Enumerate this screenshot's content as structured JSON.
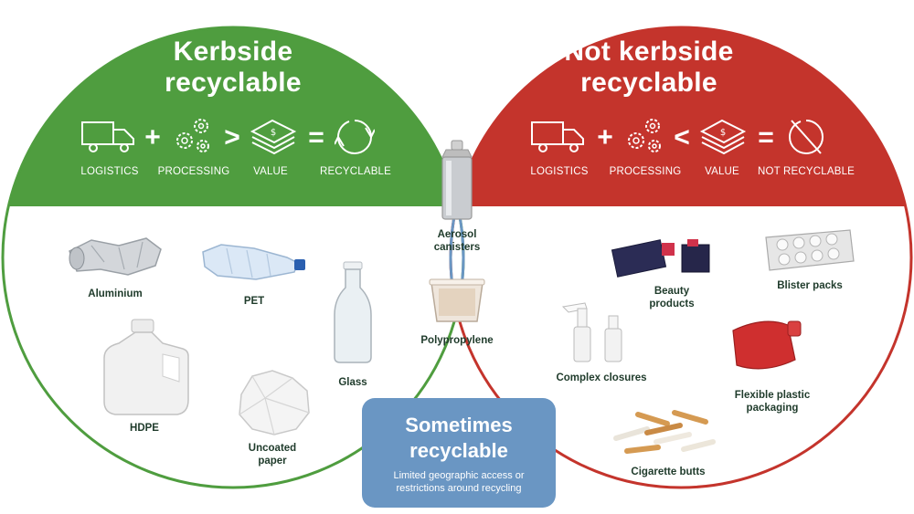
{
  "left": {
    "title_line1": "Kerbside",
    "title_line2": "recyclable",
    "color": "#4f9d3f",
    "equation": {
      "labels": [
        "LOGISTICS",
        "PROCESSING",
        "VALUE",
        "RECYCLABLE"
      ],
      "ops": [
        "+",
        ">",
        "="
      ]
    },
    "items": {
      "aluminium": "Aluminium",
      "pet": "PET",
      "glass": "Glass",
      "hdpe": "HDPE",
      "paper_line1": "Uncoated",
      "paper_line2": "paper"
    }
  },
  "right": {
    "title_line1": "Not kerbside",
    "title_line2": "recyclable",
    "color": "#c4342c",
    "equation": {
      "labels": [
        "LOGISTICS",
        "PROCESSING",
        "VALUE",
        "NOT RECYCLABLE"
      ],
      "ops": [
        "+",
        "<",
        "="
      ]
    },
    "items": {
      "beauty_line1": "Beauty",
      "beauty_line2": "products",
      "blister": "Blister packs",
      "closures": "Complex closures",
      "flexible_line1": "Flexible plastic",
      "flexible_line2": "packaging",
      "cigarette": "Cigarette butts"
    }
  },
  "middle": {
    "color": "#6a96c3",
    "aerosol_line1": "Aerosol",
    "aerosol_line2": "canisters",
    "polypropylene": "Polypropylene",
    "sometimes_line1": "Sometimes",
    "sometimes_line2": "recyclable",
    "sometimes_sub1": "Limited geographic access or",
    "sometimes_sub2": "restrictions around recycling"
  },
  "icons": [
    "truck-icon",
    "gears-icon",
    "money-stack-icon",
    "recycle-arrows-icon",
    "not-recyclable-icon"
  ]
}
